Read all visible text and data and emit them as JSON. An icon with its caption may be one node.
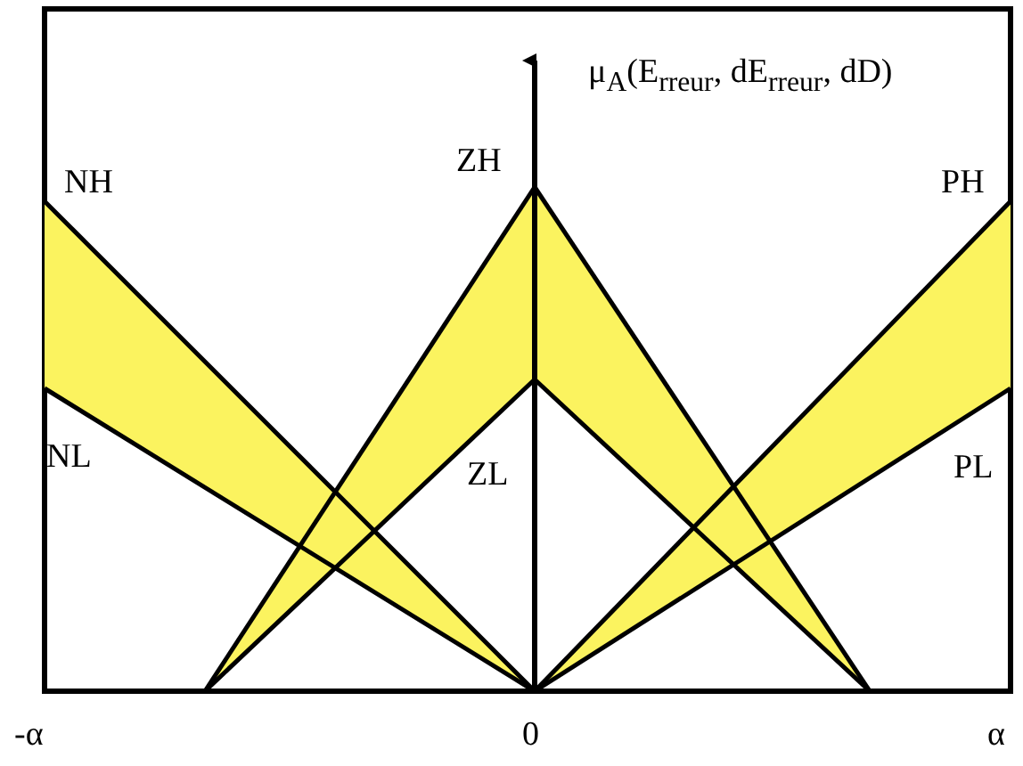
{
  "diagram": {
    "labels": [
      "μ$_{A}$(E$_{rreur}$, dE$_{rreur}$, dD)",
      "NH",
      "ZH",
      "PH",
      "NL",
      "ZL",
      "PL",
      "-α",
      "0",
      "α"
    ]
  }
}
